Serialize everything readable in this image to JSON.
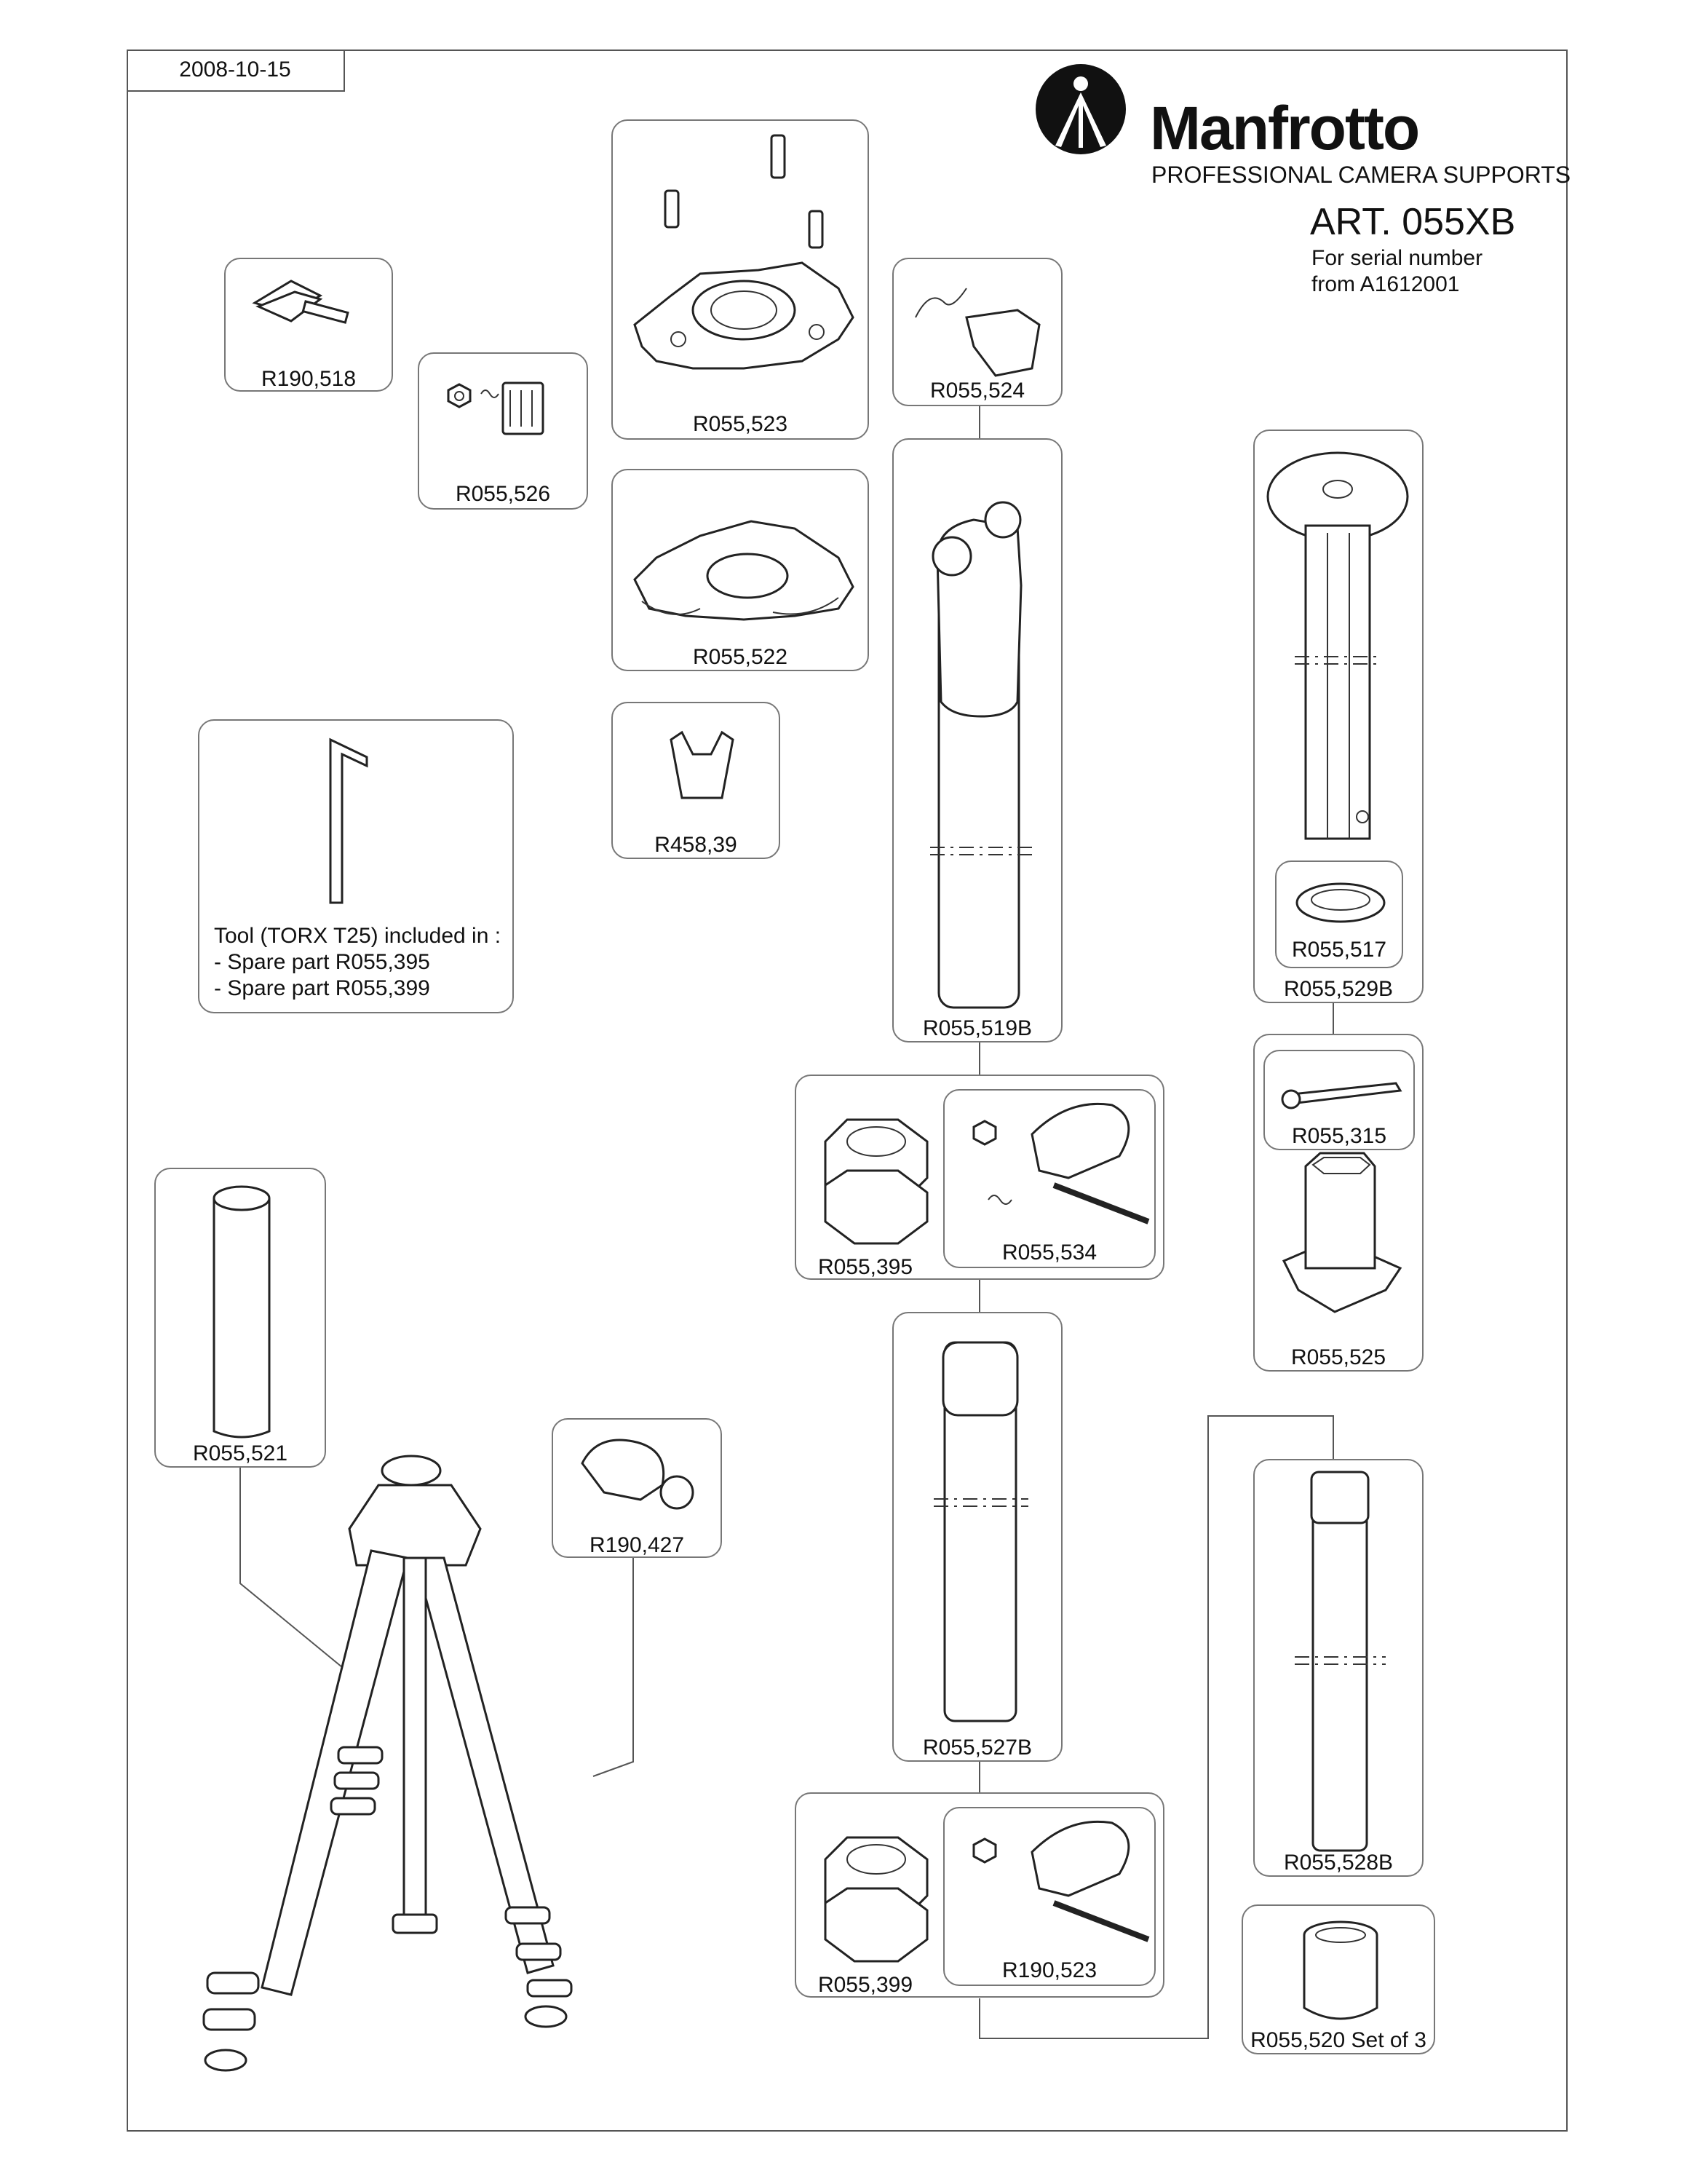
{
  "header": {
    "date": "2008-10-15",
    "brand": "Manfrotto",
    "tagline": "PROFESSIONAL CAMERA SUPPORTS",
    "article": "ART. 055XB",
    "serial_line1": "For serial number",
    "serial_line2": "from A1612001"
  },
  "tool_note": {
    "line1": "Tool (TORX T25) included in :",
    "line2": "- Spare part R055,395",
    "line3": "- Spare part R055,399"
  },
  "parts": {
    "r190_518": "R190,518",
    "r055_526": "R055,526",
    "r055_523": "R055,523",
    "r055_522": "R055,522",
    "r458_39": "R458,39",
    "r055_524": "R055,524",
    "r055_519b": "R055,519B",
    "r055_529b": "R055,529B",
    "r055_517": "R055,517",
    "r055_315": "R055,315",
    "r055_525": "R055,525",
    "r055_395": "R055,395",
    "r055_534": "R055,534",
    "r055_521": "R055,521",
    "r190_427": "R190,427",
    "r055_527b": "R055,527B",
    "r055_528b": "R055,528B",
    "r055_399": "R055,399",
    "r190_523": "R190,523",
    "r055_520": "R055,520 Set of 3"
  },
  "icons": [
    "manfrotto-logo-icon",
    "tripod-icon",
    "hex-key-icon"
  ]
}
